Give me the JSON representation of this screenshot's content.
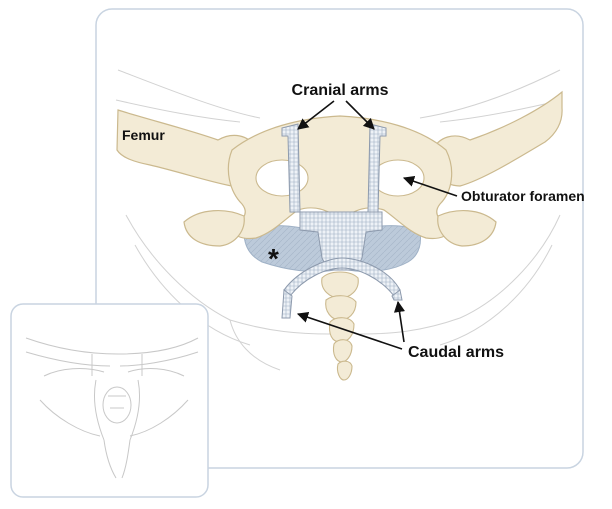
{
  "labels": {
    "cranial_arms": "Cranial arms",
    "femur": "Femur",
    "obturator_foramen": "Obturator foramen",
    "caudal_arms": "Caudal arms",
    "asterisk": "*"
  },
  "colors": {
    "bone": "#F3EBD6",
    "bone_outline": "#CBB98E",
    "mesh": "#E7ECF3",
    "mesh_outline": "#8D9AAD",
    "muscle": "#B9C8D8",
    "frame_border": "#C9D4E1",
    "sketch_line": "#C8C8C8"
  }
}
